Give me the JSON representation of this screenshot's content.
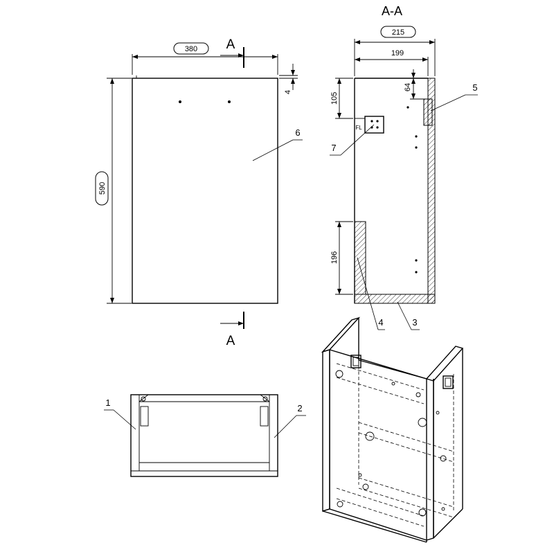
{
  "front_view": {
    "dim_width": "380",
    "dim_height": "590",
    "dim_top_gap": "4",
    "section_mark": "A"
  },
  "section_view": {
    "title": "A-A",
    "dim_overall_depth": "215",
    "dim_inner_depth": "199",
    "dim_bracket_height": "105",
    "dim_rail_height": "64",
    "dim_bottom_height": "196",
    "bracket_label": "FL"
  },
  "callouts": {
    "c1": "1",
    "c2": "2",
    "c3": "3",
    "c4": "4",
    "c5": "5",
    "c6": "6",
    "c7": "7"
  }
}
